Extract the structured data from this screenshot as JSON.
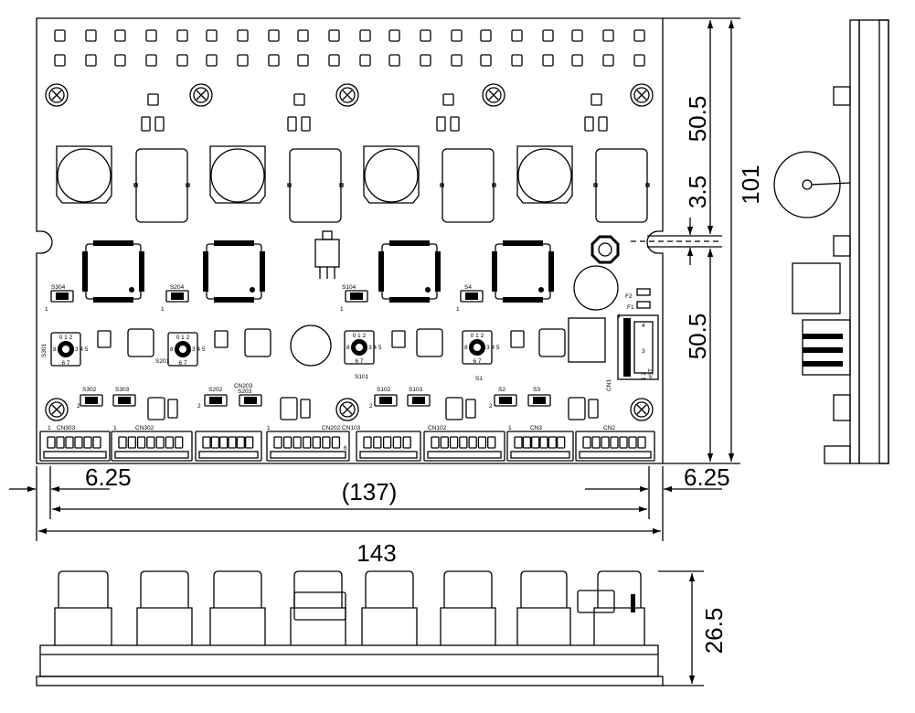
{
  "dimensions": {
    "height_upper": "50.5",
    "height_lower": "50.5",
    "height_total": "101",
    "slot_offset": "3.5",
    "margin_left": "6.25",
    "margin_right": "6.25",
    "hole_pitch": "(137)",
    "width_total": "143",
    "thickness": "26.5"
  },
  "connectors": {
    "cn303": "CN303",
    "cn302": "CN302",
    "cn202": "CN202",
    "cn103": "CN103",
    "cn102": "CN102",
    "cn3": "CN3",
    "cn2": "CN2",
    "cn1": "CN1",
    "cn203": "CN203"
  },
  "switches": {
    "s304": "S304",
    "s204": "S204",
    "s104": "S104",
    "s4": "S4",
    "s302": "S302",
    "s303": "S303",
    "s202": "S202",
    "s203": "S203",
    "s102": "S102",
    "s103": "S103",
    "s2": "S2",
    "s3": "S3",
    "s301": "S301",
    "s201": "S201",
    "s101": "S101",
    "s1": "S1"
  },
  "fuses": {
    "f1": "F1",
    "f2": "F2"
  },
  "pins": {
    "one": "1",
    "two": "2",
    "three": "3",
    "four": "4",
    "six": "6",
    "n12": "1 2",
    "hst": "HST"
  },
  "rotary_digits": {
    "top": "0 1 2",
    "left": "8 9",
    "bottom": "6 7",
    "right": "3 4 5"
  }
}
